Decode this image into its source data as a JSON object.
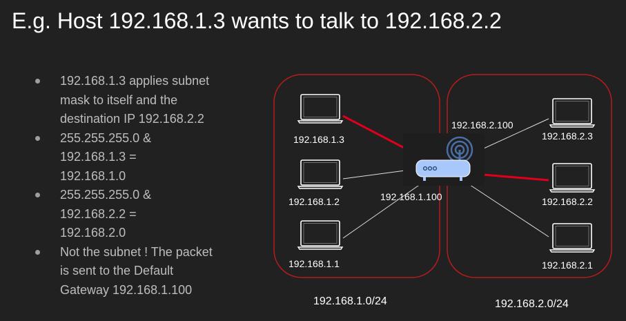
{
  "title": "E.g. Host 192.168.1.3 wants to talk to 192.168.2.2",
  "bullets": [
    [
      "192.168.1.3 applies subnet",
      "mask to itself and the",
      "destination IP 192.168.2.2"
    ],
    [
      "255.255.255.0 &",
      "192.168.1.3 =",
      "192.168.1.0"
    ],
    [
      "255.255.255.0 &",
      "192.168.2.2 =",
      "192.168.2.0"
    ],
    [
      "Not the subnet ! The packet",
      "is sent to the Default",
      "Gateway 192.168.1.100"
    ]
  ],
  "diagram": {
    "hosts_left": [
      "192.168.1.3",
      "192.168.1.2",
      "192.168.1.1"
    ],
    "hosts_right": [
      "192.168.2.3",
      "192.168.2.2",
      "192.168.2.1"
    ],
    "router_ip_left": "192.168.1.100",
    "router_ip_right": "192.168.2.100",
    "subnet_left": "192.168.1.0/24",
    "subnet_right": "192.168.2.0/24",
    "colors": {
      "background": "#212121",
      "subnet_border": "#b71c1c",
      "highlight_link": "#e0001b",
      "normal_link": "#e0e0e0",
      "router_body": "#a8c7fa",
      "router_signal": "#4a6fa5"
    },
    "icons": [
      "laptop-icon",
      "router-icon",
      "wifi-signal-icon"
    ]
  }
}
